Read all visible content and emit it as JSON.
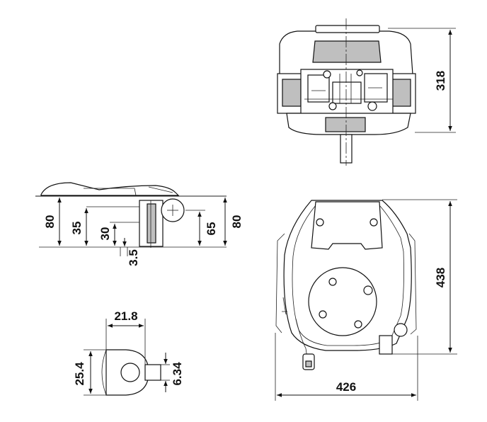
{
  "drawing": {
    "top_view": {
      "height_label": "318"
    },
    "side_view": {
      "overall_left_label": "80",
      "step_label": "35",
      "shaft_label": "30",
      "key_label": "3.5",
      "pulley_label": "65",
      "overall_right_label": "80"
    },
    "front_view": {
      "height_label": "438",
      "width_label": "426"
    },
    "shaft_detail": {
      "width_label": "21.8",
      "diameter_label": "25.4",
      "key_label": "6.34"
    }
  }
}
